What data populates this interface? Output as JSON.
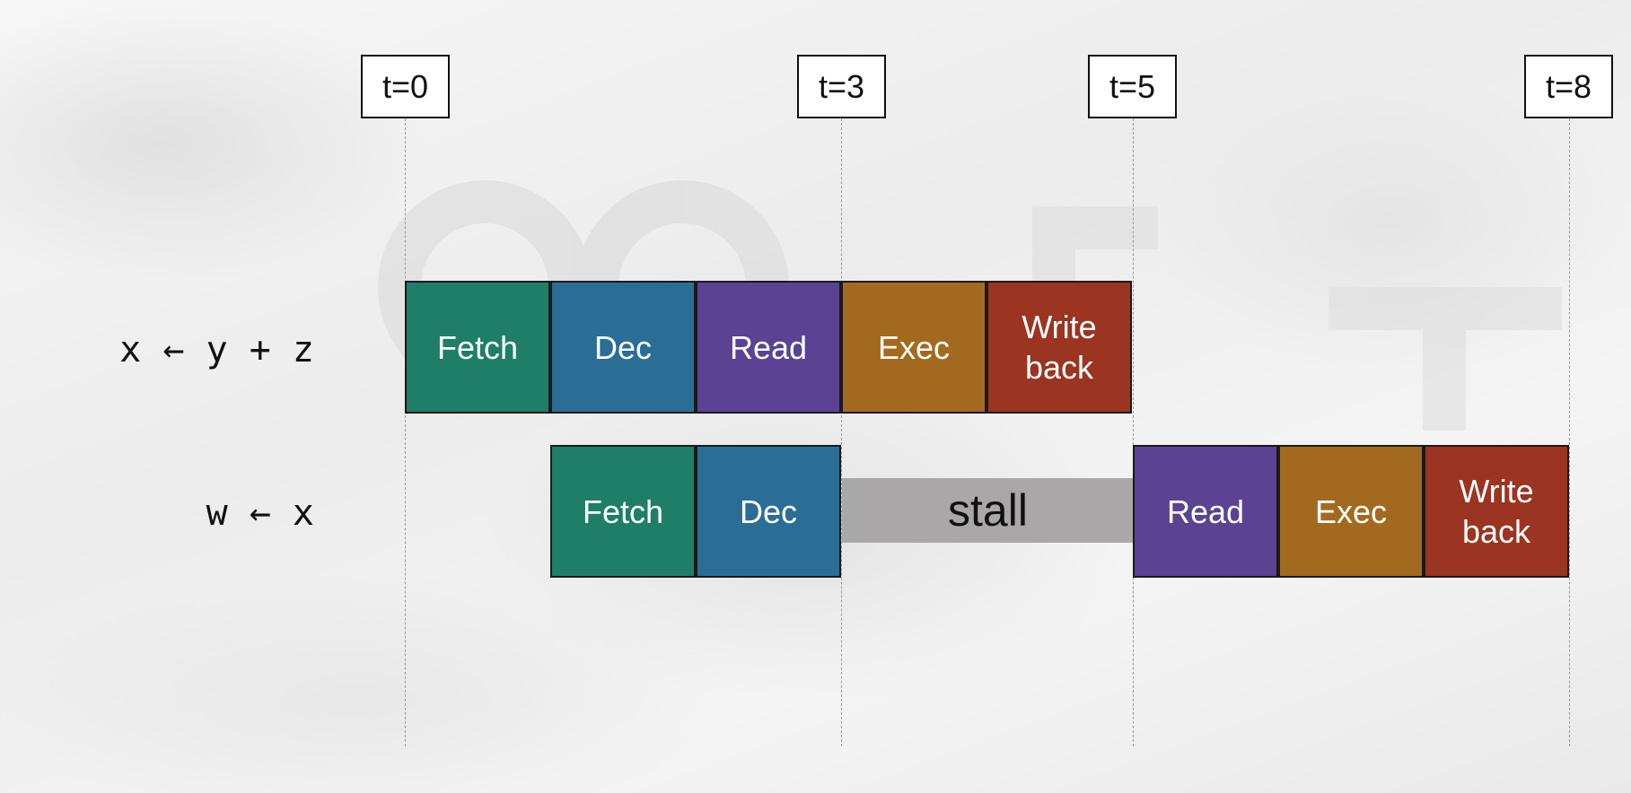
{
  "colors": {
    "fetch": "#1e7f66",
    "dec": "#2a6e96",
    "read": "#5b4292",
    "exec": "#a36a1f",
    "writeback": "#9b3420",
    "stall": "#a9a7a8"
  },
  "time_markers": [
    {
      "label": "t=0"
    },
    {
      "label": "t=3"
    },
    {
      "label": "t=5"
    },
    {
      "label": "t=8"
    }
  ],
  "instructions": [
    {
      "label": "x ← y + z",
      "stages": [
        {
          "label": "Fetch",
          "kind": "fetch"
        },
        {
          "label": "Dec",
          "kind": "dec"
        },
        {
          "label": "Read",
          "kind": "read"
        },
        {
          "label": "Exec",
          "kind": "exec"
        },
        {
          "label": "Write back",
          "kind": "writeback"
        }
      ]
    },
    {
      "label": "w ← x",
      "stages": [
        {
          "label": "Fetch",
          "kind": "fetch"
        },
        {
          "label": "Dec",
          "kind": "dec"
        },
        {
          "label": "Read",
          "kind": "read"
        },
        {
          "label": "Exec",
          "kind": "exec"
        },
        {
          "label": "Write back",
          "kind": "writeback"
        }
      ],
      "stall_label": "stall"
    }
  ]
}
